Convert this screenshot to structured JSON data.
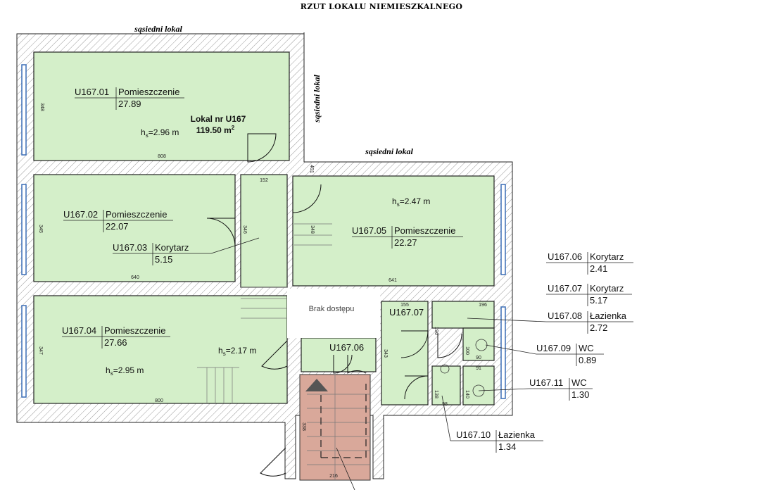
{
  "title": "RZUT LOKALU NIEMIESZKALNEGO",
  "neighbors": [
    "sąsiedni lokal",
    "sąsiedni lokal",
    "sąsiedni lokal"
  ],
  "unit": {
    "name": "Lokal nr U167",
    "area": "119.50 m",
    "area_sup": "2"
  },
  "rooms": [
    {
      "code": "U167.01",
      "name": "Pomieszczenie",
      "area": "27.89"
    },
    {
      "code": "U167.02",
      "name": "Pomieszczenie",
      "area": "22.07"
    },
    {
      "code": "U167.03",
      "name": "Korytarz",
      "area": "5.15"
    },
    {
      "code": "U167.04",
      "name": "Pomieszczenie",
      "area": "27.66"
    },
    {
      "code": "U167.05",
      "name": "Pomieszczenie",
      "area": "22.27"
    },
    {
      "code": "U167.06",
      "name": "Korytarz",
      "area": "2.41"
    },
    {
      "code": "U167.07",
      "name": "Korytarz",
      "area": "5.17"
    },
    {
      "code": "U167.08",
      "name": "Łazienka",
      "area": "2.72"
    },
    {
      "code": "U167.09",
      "name": "WC",
      "area": "0.89"
    },
    {
      "code": "U167.10",
      "name": "Łazienka",
      "area": "1.34"
    },
    {
      "code": "U167.11",
      "name": "WC",
      "area": "1.30"
    }
  ],
  "in_plan_codes": {
    "c06": "U167.06",
    "c07": "U167.07"
  },
  "heights": [
    {
      "prefix": "h",
      "sub": "s",
      "value": "=2.96 m"
    },
    {
      "prefix": "h",
      "sub": "s",
      "value": "=2.47 m"
    },
    {
      "prefix": "h",
      "sub": "s",
      "value": "=2.17 m"
    },
    {
      "prefix": "h",
      "sub": "s",
      "value": "=2.95 m"
    }
  ],
  "no_access": "Brak dostępu",
  "dimensions": [
    "348",
    "808",
    "152",
    "401",
    "345",
    "346",
    "348",
    "640",
    "641",
    "347",
    "800",
    "155",
    "196",
    "196",
    "343",
    "100",
    "90",
    "91",
    "138",
    "98",
    "140",
    "338",
    "216"
  ]
}
